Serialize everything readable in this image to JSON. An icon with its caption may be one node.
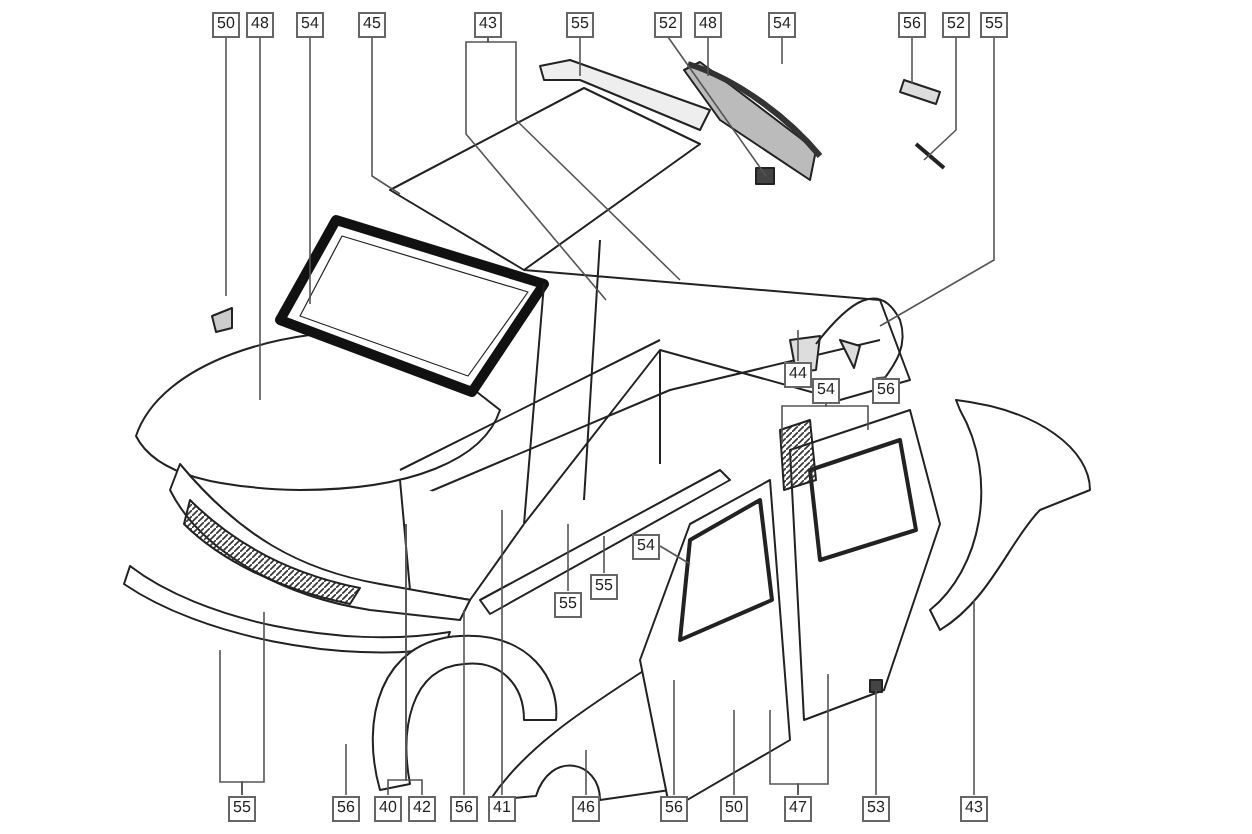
{
  "diagram": {
    "nodes": [
      {
        "text": [
          "50"
        ]
      },
      {
        "text": [
          "48"
        ]
      },
      {
        "text": [
          "54"
        ]
      },
      {
        "text": [
          "45"
        ]
      },
      {
        "text": [
          "43"
        ]
      },
      {
        "text": [
          "55"
        ]
      },
      {
        "text": [
          "52"
        ]
      },
      {
        "text": [
          "48"
        ]
      },
      {
        "text": [
          "54"
        ]
      },
      {
        "text": [
          "56"
        ]
      },
      {
        "text": [
          "52"
        ]
      },
      {
        "text": [
          "55"
        ]
      },
      {
        "text": [
          "44"
        ]
      },
      {
        "text": [
          "54"
        ]
      },
      {
        "text": [
          "56"
        ]
      },
      {
        "text": [
          "54"
        ]
      },
      {
        "text": [
          "55"
        ]
      },
      {
        "text": [
          "55"
        ]
      },
      {
        "text": [
          "55"
        ]
      },
      {
        "text": [
          "56"
        ]
      },
      {
        "text": [
          "40"
        ]
      },
      {
        "text": [
          "42"
        ]
      },
      {
        "text": [
          "56"
        ]
      },
      {
        "text": [
          "41"
        ]
      },
      {
        "text": [
          "46"
        ]
      },
      {
        "text": [
          "56"
        ]
      },
      {
        "text": [
          "50"
        ]
      },
      {
        "text": [
          "47"
        ]
      },
      {
        "text": [
          "53"
        ]
      },
      {
        "text": [
          "43"
        ]
      }
    ],
    "edges": [
      {
        "from": 0,
        "to": null,
        "arrow": "none"
      },
      {
        "from": 1,
        "to": null,
        "arrow": "none"
      },
      {
        "from": 2,
        "to": null,
        "arrow": "none"
      },
      {
        "from": 3,
        "to": null,
        "arrow": "none"
      },
      {
        "from": 4,
        "to": null,
        "arrow": "none"
      },
      {
        "from": 4,
        "to": null,
        "arrow": "none"
      },
      {
        "from": 5,
        "to": null,
        "arrow": "none"
      },
      {
        "from": 6,
        "to": null,
        "arrow": "none"
      },
      {
        "from": 7,
        "to": null,
        "arrow": "none"
      },
      {
        "from": 8,
        "to": null,
        "arrow": "none"
      },
      {
        "from": 9,
        "to": null,
        "arrow": "none"
      },
      {
        "from": 10,
        "to": null,
        "arrow": "none"
      },
      {
        "from": 11,
        "to": null,
        "arrow": "none"
      },
      {
        "from": 12,
        "to": null,
        "arrow": "none"
      },
      {
        "from": 13,
        "to": null,
        "arrow": "none"
      },
      {
        "from": 13,
        "to": null,
        "arrow": "none"
      },
      {
        "from": 14,
        "to": null,
        "arrow": "none"
      },
      {
        "from": 15,
        "to": null,
        "arrow": "none"
      },
      {
        "from": 16,
        "to": null,
        "arrow": "none"
      },
      {
        "from": 17,
        "to": null,
        "arrow": "none"
      },
      {
        "from": 18,
        "to": null,
        "arrow": "none"
      },
      {
        "from": 18,
        "to": null,
        "arrow": "none"
      },
      {
        "from": 19,
        "to": null,
        "arrow": "none"
      },
      {
        "from": 20,
        "to": null,
        "arrow": "none"
      },
      {
        "from": 21,
        "to": null,
        "arrow": "none"
      },
      {
        "from": 22,
        "to": null,
        "arrow": "none"
      },
      {
        "from": 23,
        "to": null,
        "arrow": "none"
      },
      {
        "from": 24,
        "to": null,
        "arrow": "none"
      },
      {
        "from": 25,
        "to": null,
        "arrow": "none"
      },
      {
        "from": 26,
        "to": null,
        "arrow": "none"
      },
      {
        "from": 27,
        "to": null,
        "arrow": "none"
      },
      {
        "from": 27,
        "to": null,
        "arrow": "none"
      },
      {
        "from": 28,
        "to": null,
        "arrow": "none"
      },
      {
        "from": 29,
        "to": null,
        "arrow": "none"
      }
    ]
  }
}
